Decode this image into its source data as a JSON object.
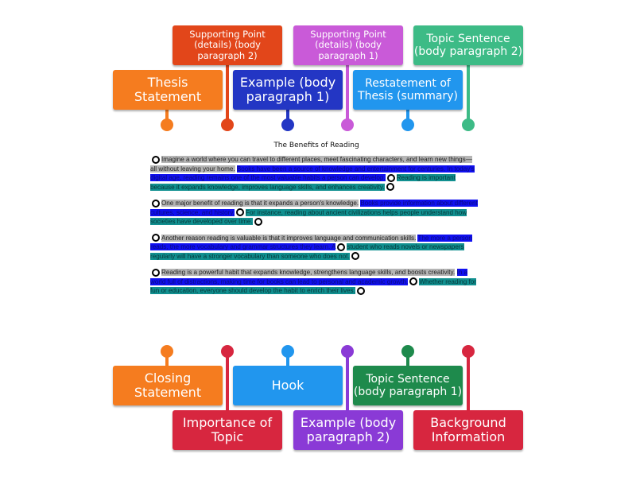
{
  "title": "The Benefits of Reading",
  "labels": {
    "supporting_bp2": "Supporting Point (details) (body paragraph 2)",
    "supporting_bp1": "Supporting Point (details) (body paragraph 1)",
    "topic_bp2": "Topic Sentence (body paragraph 2)",
    "thesis": "Thesis Statement",
    "example_bp1": "Example (body paragraph 1)",
    "restatement": "Restatement of Thesis (summary)",
    "closing": "Closing Statement",
    "hook": "Hook",
    "topic_bp1": "Topic Sentence (body paragraph 1)",
    "importance": "Importance of Topic",
    "example_bp2": "Example (body paragraph 2)",
    "background": "Background Information"
  },
  "colors": {
    "orange": "#f57c1f",
    "red_orange": "#e2461a",
    "blue": "#2336c4",
    "magenta": "#c95ad8",
    "light_blue": "#2196ee",
    "green": "#3dbb86",
    "red": "#d7263f",
    "purple": "#8a3ad6",
    "dark_green": "#1e8a4c"
  },
  "paragraphs": [
    {
      "gray": "Imagine a world where you can travel to different places, meet fascinating characters, and learn new things—all without leaving your home.",
      "blue": "Books have been a source of knowledge and entertainment for centuries. In today's digital age, reading remains one of the most valuable habits a person can develop.",
      "teal": "Reading is important because it expands knowledge, improves language skills, and enhances creativity."
    },
    {
      "gray": "One major benefit of reading is that it expands a person's knowledge.",
      "blue": "Books provide information about different cultures, science, and history.",
      "teal": "For instance, reading about ancient civilizations helps people understand how societies have developed over time."
    },
    {
      "gray": "Another reason reading is valuable is that it improves language and communication skills.",
      "blue": "The more a person reads, the more vocabulary and grammar structures they learn. A",
      "teal": "student who reads novels or newspapers regularly will have a stronger vocabulary than someone who does not."
    },
    {
      "gray": "Reading is a powerful habit that expands knowledge, strengthens language skills, and boosts creativity.",
      "blue": "In a world full of distractions, making time for books can lead to personal and academic growth.",
      "teal": "Whether reading for fun or education, everyone should develop the habit to enrich their lives."
    }
  ]
}
